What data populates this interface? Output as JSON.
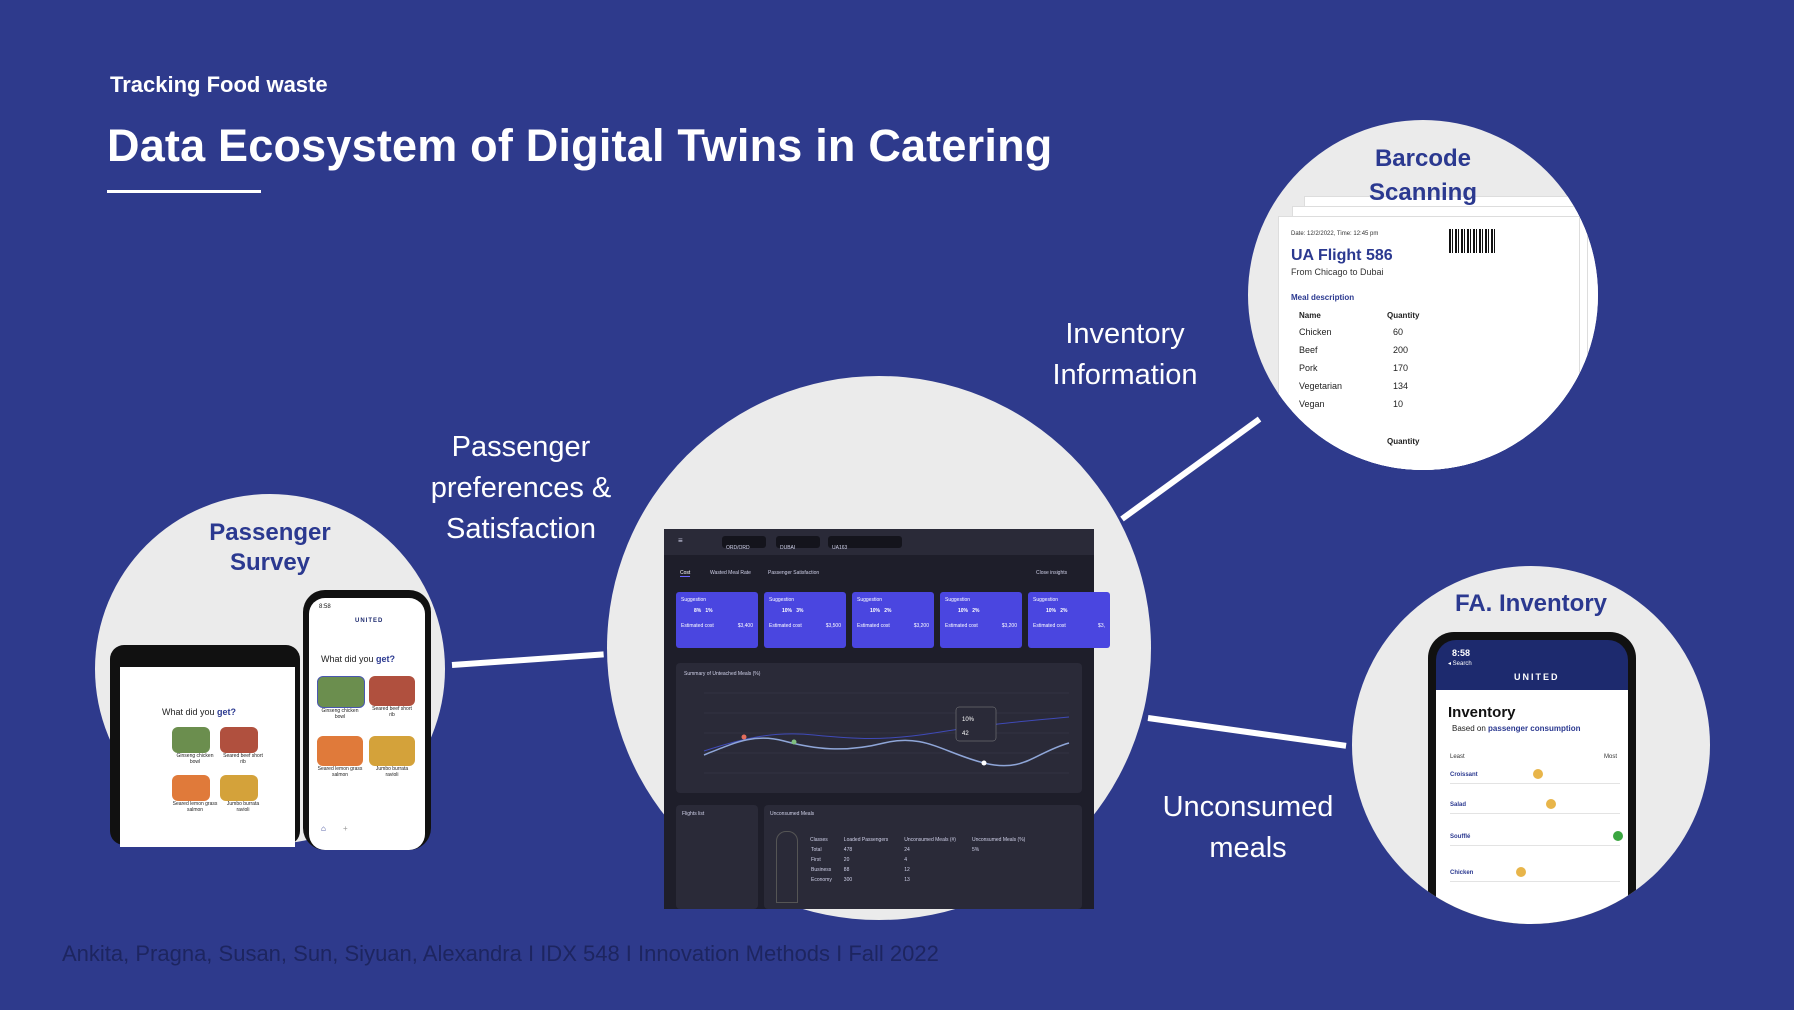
{
  "eyebrow": "Tracking Food waste",
  "title": "Data Ecosystem of Digital Twins in Catering",
  "footer": "Ankita, Pragna, Susan, Sun, Siyuan, Alexandra I IDX 548 I Innovation Methods I Fall 2022",
  "captions": {
    "inventory": [
      "Inventory",
      "Information"
    ],
    "preferences": [
      "Passenger",
      "preferences &",
      "Satisfaction"
    ],
    "unconsumed": [
      "Unconsumed",
      "meals"
    ]
  },
  "survey": {
    "title": [
      "Passenger",
      "Survey"
    ],
    "question": "What did you",
    "question_emph": "get?",
    "phone_time": "8:58",
    "brand": "UNITED",
    "foods": [
      "Ginseng chicken bowl",
      "Seared beef short rib",
      "Seared lemon grass salmon",
      "Jumbo burrata ravioli"
    ]
  },
  "dashboard": {
    "tabs": [
      "Cost",
      "Wasted Meal Rate",
      "Passenger Satisfaction"
    ],
    "close_insights": "Close insights",
    "fields": {
      "from": "ORD/ORD",
      "to": "DUBAI",
      "airline": "UA163"
    },
    "cards": [
      {
        "label": "Suggestion",
        "beef": "8%",
        "pork": "1%",
        "cost_label": "Estimated cost",
        "cost": "$3,400"
      },
      {
        "label": "Suggestion",
        "beef": "10%",
        "pork": "3%",
        "cost_label": "Estimated cost",
        "cost": "$3,500"
      },
      {
        "label": "Suggestion",
        "beef": "10%",
        "pork": "2%",
        "cost_label": "Estimated cost",
        "cost": "$3,200"
      },
      {
        "label": "Suggestion",
        "beef": "10%",
        "pork": "2%",
        "cost_label": "Estimated cost",
        "cost": "$3,200"
      },
      {
        "label": "Suggestion",
        "beef": "10%",
        "pork": "2%",
        "cost_label": "Estimated cost",
        "cost": "$3,"
      }
    ],
    "chart_title": "Summary of Unteached Meals (%)",
    "tooltip": {
      "v1": "10%",
      "v2": "42"
    },
    "flights_title": "Flights list",
    "unconsumed_title": "Unconsumed Meals",
    "table_headers": [
      "Classes",
      "Loaded Passengers",
      "Unconsumed Meals (#)",
      "Unconsumed Meals (%)"
    ],
    "table_rows": [
      [
        "Total",
        "478",
        "24",
        "5%"
      ],
      [
        "First",
        "20",
        "4",
        ""
      ],
      [
        "Business",
        "88",
        "12",
        ""
      ],
      [
        "Economy",
        "300",
        "13",
        ""
      ]
    ]
  },
  "barcode": {
    "title": [
      "Barcode",
      "Scanning"
    ],
    "date": "Date: 12/2/2022, Time: 12:45 pm",
    "flight": "UA Flight 586",
    "route": "From Chicago to Dubai",
    "meal_desc": "Meal description",
    "col_name": "Name",
    "col_qty": "Quantity",
    "rows": [
      [
        "Chicken",
        "60"
      ],
      [
        "Beef",
        "200"
      ],
      [
        "Pork",
        "170"
      ],
      [
        "Vegetarian",
        "134"
      ],
      [
        "Vegan",
        "10"
      ]
    ],
    "footer_qty": "Quantity"
  },
  "inventory": {
    "title": "FA. Inventory",
    "time": "8:58",
    "back": "◂ Search",
    "brand": "UNITED",
    "heading": "Inventory",
    "sub": "Based on",
    "sub_emph": "passenger consumption",
    "least": "Least",
    "most": "Most",
    "items": [
      {
        "name": "Croissant",
        "level": 0.5,
        "color": "#e8b54a"
      },
      {
        "name": "Salad",
        "level": 0.58,
        "color": "#e8b54a"
      },
      {
        "name": "Soufflé",
        "level": 0.98,
        "color": "#3aa640"
      },
      {
        "name": "Chicken",
        "level": 0.4,
        "color": "#e8b54a"
      }
    ]
  }
}
